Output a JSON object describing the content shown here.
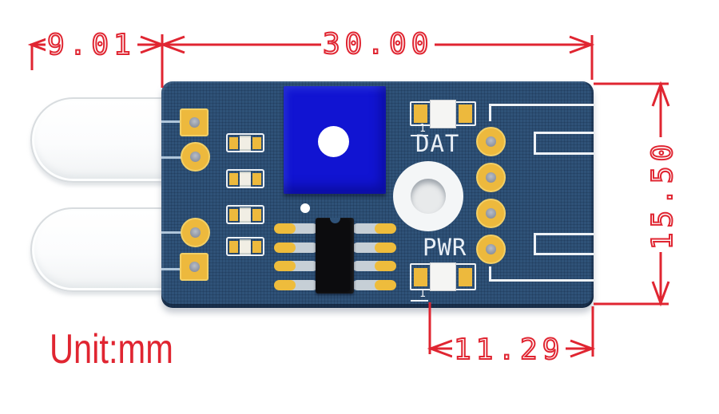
{
  "annotation": {
    "unit_label": "Unit:mm",
    "dim_probe_width": "9.01",
    "dim_board_width": "30.00",
    "dim_board_height": "15.50",
    "dim_pad_span": "11.29",
    "accent_color": "#e02531"
  },
  "board": {
    "silkscreen": {
      "dat": "DAT",
      "pwr": "PWR",
      "dat_pin1": "1",
      "pwr_pin1": "1"
    },
    "colors": {
      "pcb_blue": "#2f5278",
      "pad_yellow": "#edb93d",
      "potentiometer_blue": "#1114d2",
      "silkscreen_white": "#eef2f6",
      "ic_black": "#0c0c0e",
      "probe_white": "#ffffff"
    }
  }
}
